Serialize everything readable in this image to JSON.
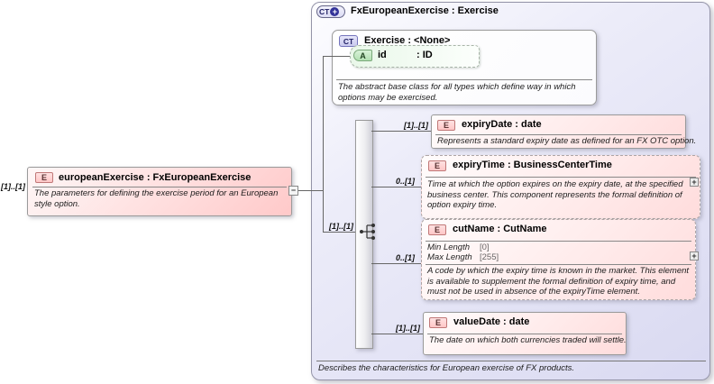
{
  "glyphs": {
    "plus": "+",
    "minus": "−"
  },
  "badges": {
    "complex_type": "CT",
    "element": "E",
    "attribute": "A"
  },
  "colors": {
    "element_fill": "#ffd6d6",
    "element_border": "#c07878",
    "attribute_fill": "#b2e0b2",
    "type_badge_fill": "#d9d9f4",
    "container_fill": "#dcdcf2",
    "line": "#666666"
  },
  "root": {
    "title": "FxEuropeanExercise : Exercise",
    "footer": "Describes the characteristics for European exercise of FX products."
  },
  "base_type": {
    "title": "Exercise : <None>",
    "description": "The abstract base class for all types which define way in which options may be exercised.",
    "attribute": {
      "name": "id",
      "type": ": ID"
    }
  },
  "source_element": {
    "cardinality": "[1]..[1]",
    "title": "europeanExercise : FxEuropeanExercise",
    "description": "The parameters for defining the exercise period for an European style option."
  },
  "sequence": {
    "cardinality": "[1]..[1]"
  },
  "children": [
    {
      "cardinality": "[1]..[1]",
      "title": "expiryDate : date",
      "description": "Represents a standard expiry date as defined for an FX OTC option."
    },
    {
      "cardinality": "0..[1]",
      "title": "expiryTime : BusinessCenterTime",
      "description": "Time at which the option expires on the expiry date, at the specified business center. This component represents the formal definition of option expiry time."
    },
    {
      "cardinality": "0..[1]",
      "title": "cutName : CutName",
      "facets": [
        {
          "name": "Min Length",
          "value": "[0]"
        },
        {
          "name": "Max Length",
          "value": "[255]"
        }
      ],
      "description": "A code by which the expiry time is known in the market. This element is available to supplement the formal definition of expiry time, and must not be used in absence of the expiryTime element."
    },
    {
      "cardinality": "[1]..[1]",
      "title": "valueDate : date",
      "description": "The date on which both currencies traded will settle."
    }
  ]
}
